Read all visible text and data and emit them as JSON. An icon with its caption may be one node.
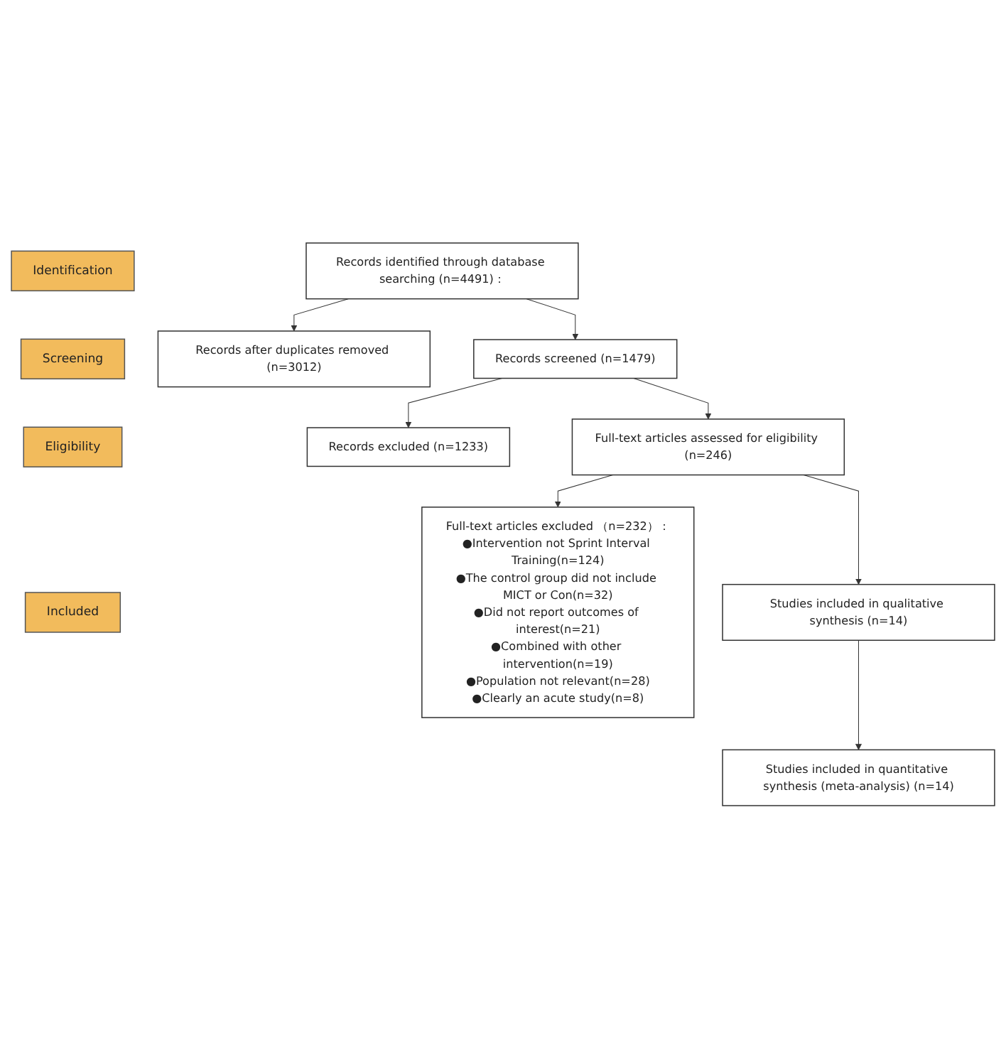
{
  "diagram": {
    "nodes": [
      {
        "text": [
          "Identification"
        ]
      },
      {
        "text": [
          "Screening"
        ]
      },
      {
        "text": [
          "Eligibility"
        ]
      },
      {
        "text": [
          "Included"
        ]
      },
      {
        "text": [
          "Records identified through database searching (n=4491)："
        ]
      },
      {
        "text": [
          "Records after duplicates removed (n=3012)"
        ]
      },
      {
        "text": [
          "Records screened (n=1479)"
        ]
      },
      {
        "text": [
          "Records excluded (n=1233)"
        ]
      },
      {
        "text": [
          "Full-text articles assessed for eligibility (n=246)"
        ]
      },
      {
        "text": [
          "Full-text articles excluded （n=232）：",
          "●Intervention not Sprint Interval Training(n=124)",
          "●The control group did not include MICT or Con(n=32)",
          "●Did not report outcomes of interest(n=21)",
          "●Combined with other intervention(n=19)",
          "●Population not relevant(n=28)",
          "●Clearly an acute study(n=8)"
        ]
      },
      {
        "text": [
          "Studies included in qualitative synthesis (n=14)"
        ]
      },
      {
        "text": [
          "Studies included in quantitative synthesis (meta-analysis) (n=14)"
        ]
      }
    ],
    "edges": [
      {
        "from": 4,
        "to": 5,
        "arrow": "to"
      },
      {
        "from": 4,
        "to": 6,
        "arrow": "to"
      },
      {
        "from": 6,
        "to": 7,
        "arrow": "to"
      },
      {
        "from": 6,
        "to": 8,
        "arrow": "to"
      },
      {
        "from": 8,
        "to": 9,
        "arrow": "to"
      },
      {
        "from": 8,
        "to": 10,
        "arrow": "to"
      },
      {
        "from": 10,
        "to": 11,
        "arrow": "to"
      }
    ]
  }
}
